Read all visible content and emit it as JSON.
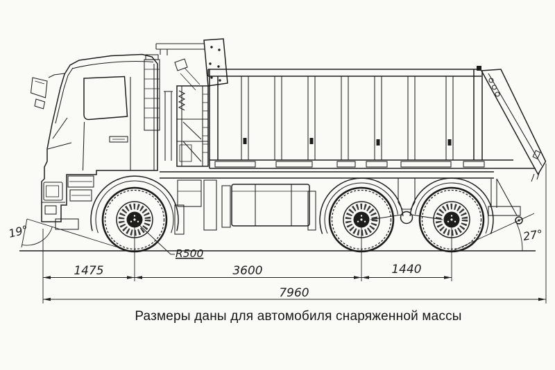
{
  "colors": {
    "background": "#fafaf7",
    "ink": "#1d1d1b"
  },
  "caption": "Размеры даны для автомобиля снаряженной массы",
  "dimensions": {
    "front_overhang": "1475",
    "wheelbase": "3600",
    "rear_bogie_spread": "1440",
    "overall_length": "7960"
  },
  "angles": {
    "front_approach": "19°",
    "rear_departure": "27°"
  },
  "radii": {
    "front_wheel": "R500"
  }
}
